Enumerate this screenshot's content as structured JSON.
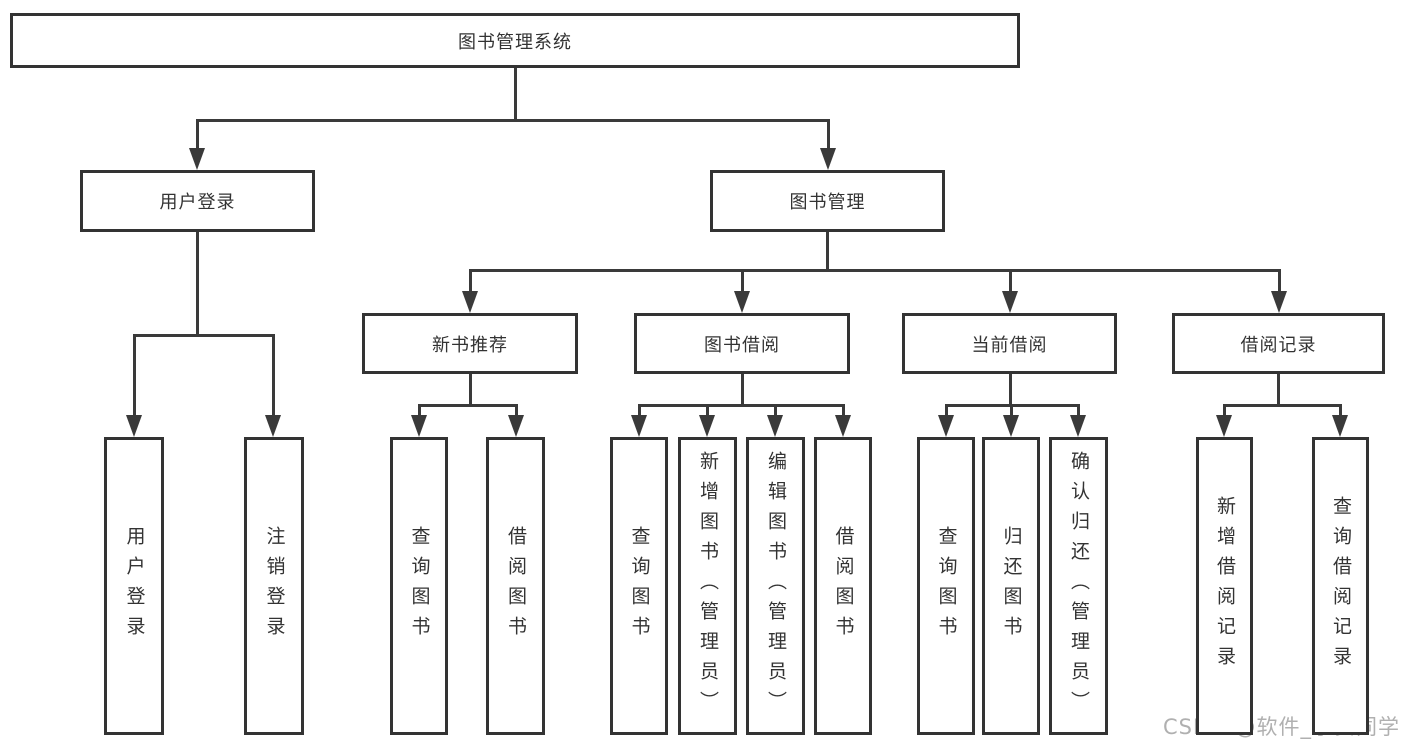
{
  "diagram": {
    "title": "图书管理系统",
    "nodes": [
      {
        "id": "root",
        "label": "图书管理系统"
      },
      {
        "id": "user-login",
        "label": "用户登录"
      },
      {
        "id": "book-mgmt",
        "label": "图书管理"
      },
      {
        "id": "new-book-rec",
        "label": "新书推荐"
      },
      {
        "id": "book-borrow",
        "label": "图书借阅"
      },
      {
        "id": "current-borrow",
        "label": "当前借阅"
      },
      {
        "id": "borrow-records",
        "label": "借阅记录"
      },
      {
        "id": "user-login-leaf",
        "label": "用户登录"
      },
      {
        "id": "logout-leaf",
        "label": "注销登录"
      },
      {
        "id": "query-books-rec",
        "label": "查询图书"
      },
      {
        "id": "borrow-books-rec",
        "label": "借阅图书"
      },
      {
        "id": "query-books-borrow",
        "label": "查询图书"
      },
      {
        "id": "add-books-admin",
        "label": "新增图书（管理员）"
      },
      {
        "id": "edit-books-admin",
        "label": "编辑图书（管理员）"
      },
      {
        "id": "borrow-books-borrow",
        "label": "借阅图书"
      },
      {
        "id": "query-books-current",
        "label": "查询图书"
      },
      {
        "id": "return-books",
        "label": "归还图书"
      },
      {
        "id": "confirm-return-admin",
        "label": "确认归还（管理员）"
      },
      {
        "id": "add-borrow-record",
        "label": "新增借阅记录"
      },
      {
        "id": "query-borrow-record",
        "label": "查询借阅记录"
      }
    ],
    "edges": [
      [
        "root",
        "user-login"
      ],
      [
        "root",
        "book-mgmt"
      ],
      [
        "user-login",
        "user-login-leaf"
      ],
      [
        "user-login",
        "logout-leaf"
      ],
      [
        "book-mgmt",
        "new-book-rec"
      ],
      [
        "book-mgmt",
        "book-borrow"
      ],
      [
        "book-mgmt",
        "current-borrow"
      ],
      [
        "book-mgmt",
        "borrow-records"
      ],
      [
        "new-book-rec",
        "query-books-rec"
      ],
      [
        "new-book-rec",
        "borrow-books-rec"
      ],
      [
        "book-borrow",
        "query-books-borrow"
      ],
      [
        "book-borrow",
        "add-books-admin"
      ],
      [
        "book-borrow",
        "edit-books-admin"
      ],
      [
        "book-borrow",
        "borrow-books-borrow"
      ],
      [
        "current-borrow",
        "query-books-current"
      ],
      [
        "current-borrow",
        "return-books"
      ],
      [
        "current-borrow",
        "confirm-return-admin"
      ],
      [
        "borrow-records",
        "add-borrow-record"
      ],
      [
        "borrow-records",
        "query-borrow-record"
      ]
    ],
    "watermark": "CSDN @软件_小贺同学",
    "colors": {
      "line": "#3a3a3a",
      "box_border": "#333333",
      "box_fill": "#ffffff",
      "text": "#333333",
      "watermark": "#b0b0b0"
    }
  }
}
